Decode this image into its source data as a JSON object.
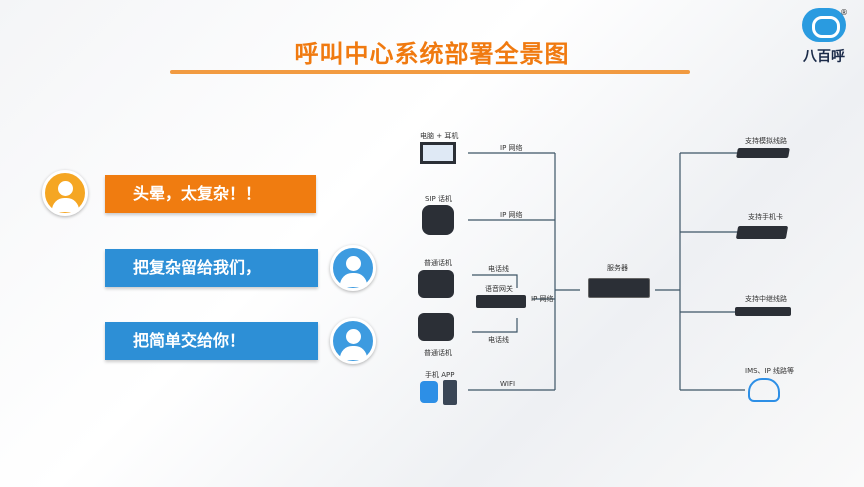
{
  "title": "呼叫中心系统部署全景图",
  "logo": {
    "text": "八百呼",
    "reg": "®"
  },
  "chat": [
    {
      "text": "头晕，太复杂！！",
      "side": "left",
      "color": "#f07c10"
    },
    {
      "text": "把复杂留给我们，",
      "side": "right",
      "color": "#2d8fd6"
    },
    {
      "text": "把简单交给你！",
      "side": "right",
      "color": "#2d8fd6"
    }
  ],
  "diagram": {
    "left_devices": [
      "电脑 + 耳机",
      "SIP 话机",
      "普通话机",
      "普通话机",
      "手机 APP"
    ],
    "links": [
      "IP 网络",
      "IP 网络",
      "IP 网络",
      "WIFI"
    ],
    "phone_line": "电话线",
    "phone_line2": "电话线",
    "gateway": "语音网关",
    "server": "服务器",
    "right_devices": [
      "支持模拟线路",
      "支持手机卡",
      "支持中继线路",
      "IMS、IP 线路等"
    ]
  }
}
